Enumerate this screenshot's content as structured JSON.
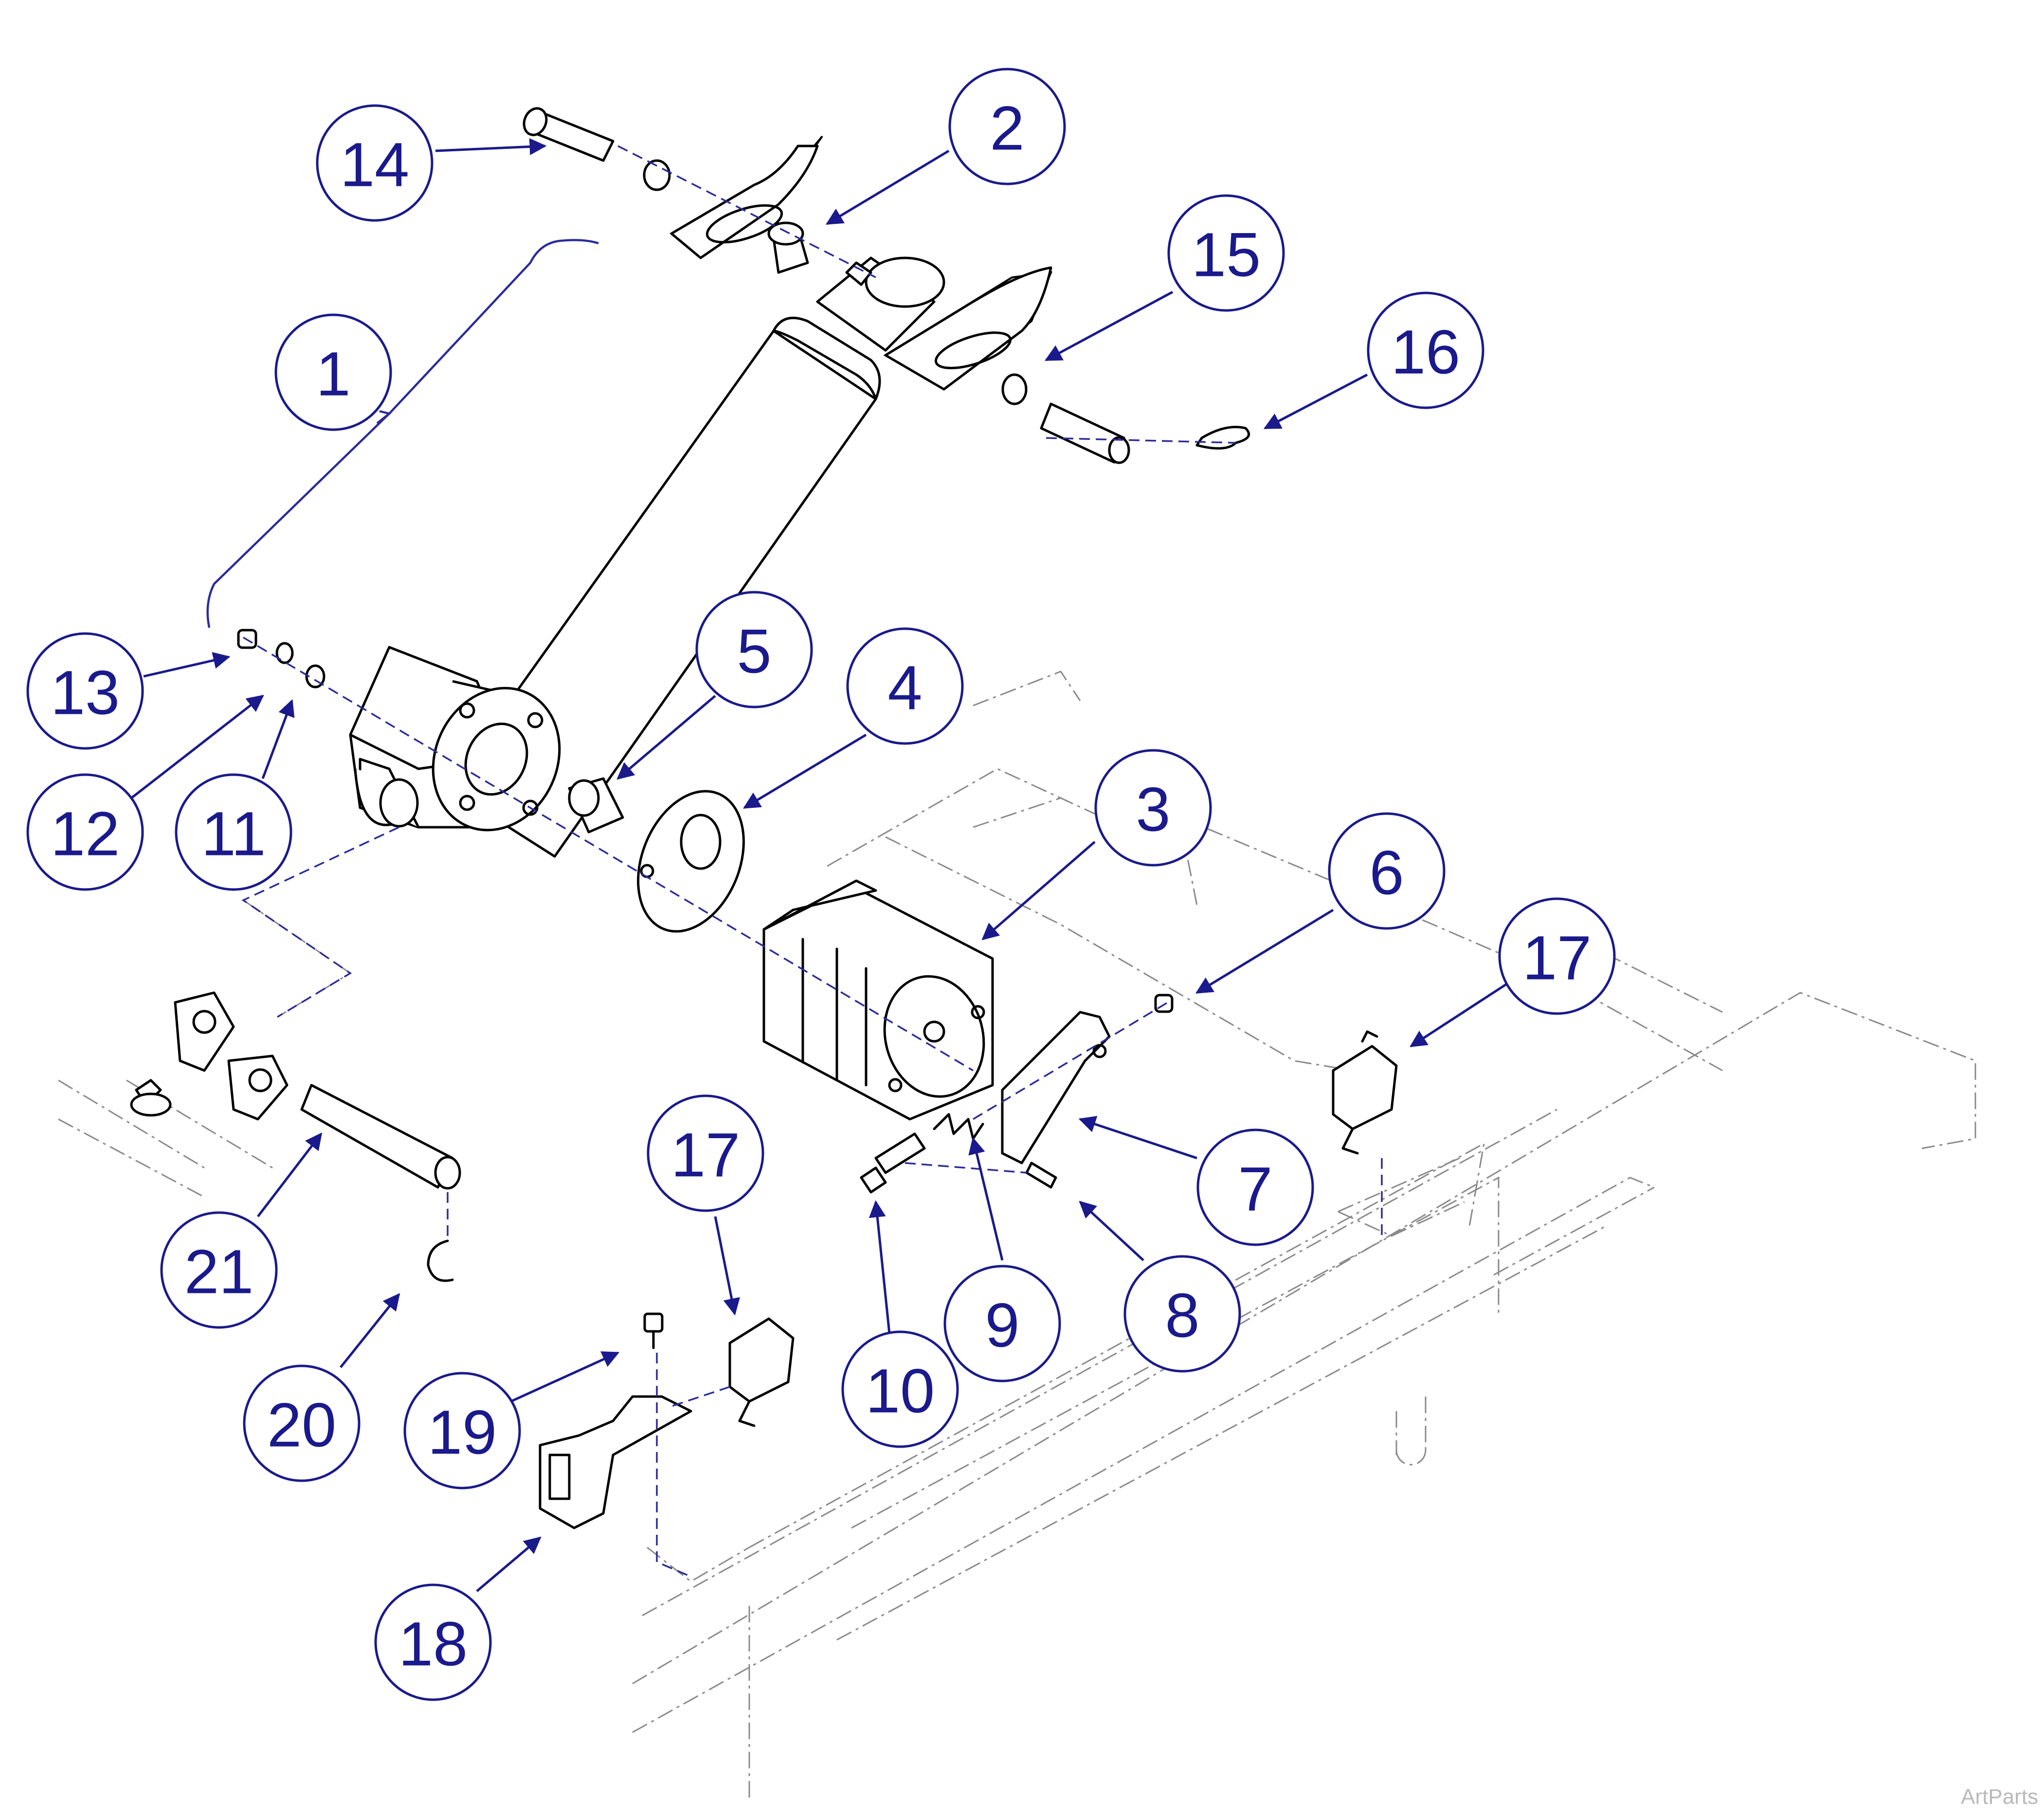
{
  "callouts": [
    {
      "id": "1",
      "label": "1"
    },
    {
      "id": "2",
      "label": "2"
    },
    {
      "id": "3",
      "label": "3"
    },
    {
      "id": "4",
      "label": "4"
    },
    {
      "id": "5",
      "label": "5"
    },
    {
      "id": "6",
      "label": "6"
    },
    {
      "id": "7",
      "label": "7"
    },
    {
      "id": "8",
      "label": "8"
    },
    {
      "id": "9",
      "label": "9"
    },
    {
      "id": "10",
      "label": "10"
    },
    {
      "id": "11",
      "label": "11"
    },
    {
      "id": "12",
      "label": "12"
    },
    {
      "id": "13",
      "label": "13"
    },
    {
      "id": "14",
      "label": "14"
    },
    {
      "id": "15",
      "label": "15"
    },
    {
      "id": "16",
      "label": "16"
    },
    {
      "id": "17a",
      "label": "17"
    },
    {
      "id": "17b",
      "label": "17"
    },
    {
      "id": "18",
      "label": "18"
    },
    {
      "id": "19",
      "label": "19"
    },
    {
      "id": "20",
      "label": "20"
    },
    {
      "id": "21",
      "label": "21"
    }
  ],
  "credit": "ArtParts",
  "colors": {
    "callout": "#1a1a8c",
    "axis": "#2b2b9a",
    "ghost": "#8a8a8a",
    "credit": "#b9b9b9"
  }
}
